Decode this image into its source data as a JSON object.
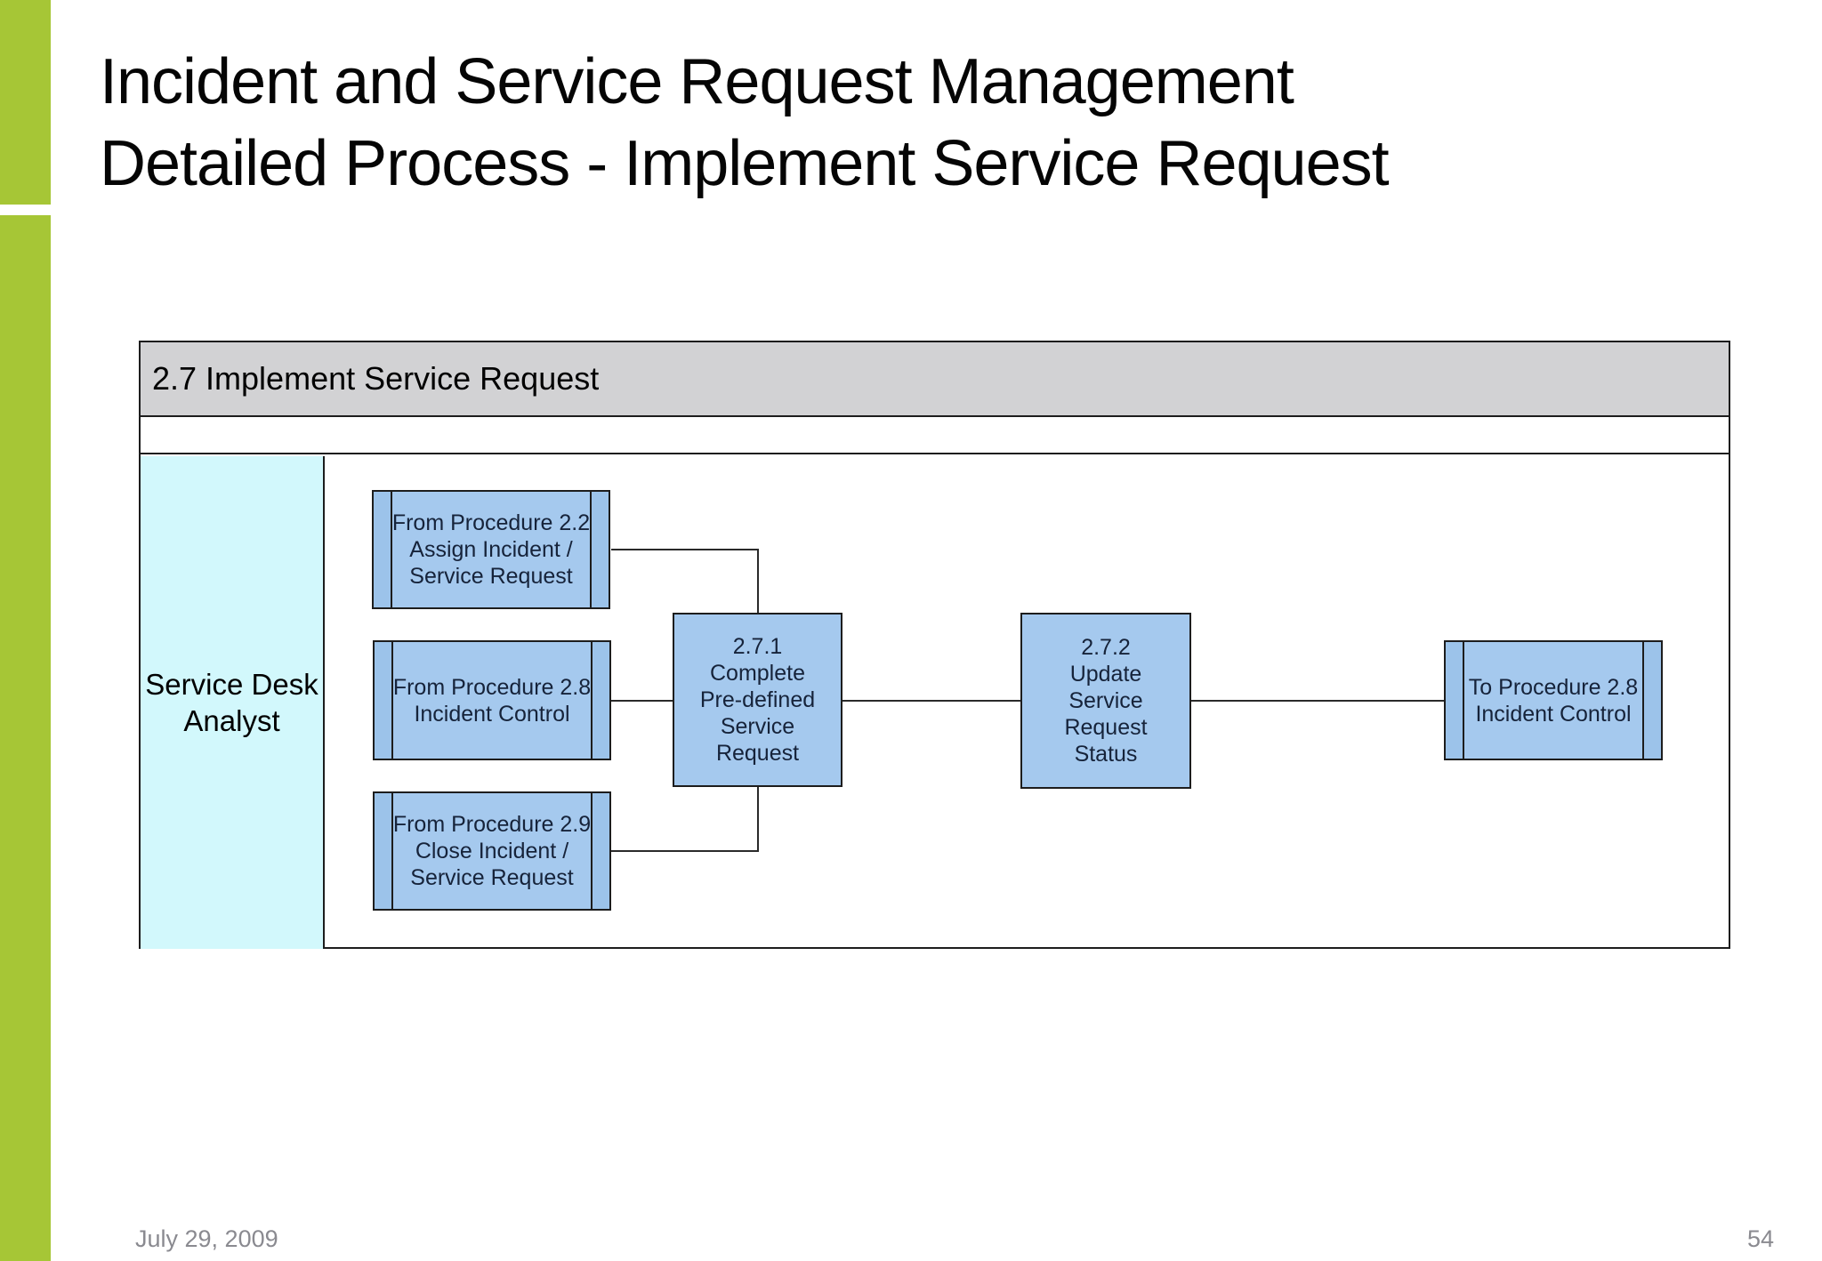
{
  "slide": {
    "title_line1": "Incident and Service Request Management",
    "title_line2": "Detailed Process - Implement Service Request",
    "footer_date": "July 29, 2009",
    "page_number": "54"
  },
  "diagram": {
    "header": "2.7 Implement Service Request",
    "lane": {
      "label_line1": "Service Desk",
      "label_line2": "Analyst"
    },
    "boxes": [
      {
        "id": "from-procedure-2-2",
        "lines": [
          "From Procedure 2.2",
          "Assign Incident /",
          "Service Request"
        ]
      },
      {
        "id": "from-procedure-2-8",
        "lines": [
          "From Procedure 2.8",
          "Incident Control"
        ]
      },
      {
        "id": "from-procedure-2-9",
        "lines": [
          "From Procedure 2.9",
          "Close Incident /",
          "Service Request"
        ]
      },
      {
        "id": "process-2-7-1",
        "lines": [
          "2.7.1",
          "Complete",
          "Pre-defined",
          "Service",
          "Request"
        ]
      },
      {
        "id": "process-2-7-2",
        "lines": [
          "2.7.2",
          "Update",
          "Service",
          "Request",
          "Status"
        ]
      },
      {
        "id": "to-procedure-2-8",
        "lines": [
          "To Procedure 2.8",
          "Incident Control"
        ]
      }
    ]
  },
  "colors": {
    "accent_green": "#a6c636",
    "band_gray": "#d2d2d4",
    "lane_cyan": "#d2f8fc",
    "box_blue": "#a5c9ee",
    "box_blue_side": "#9cc3ea",
    "border_dark": "#1d1d1d",
    "connector": "#2a2a2a",
    "text_dark": "#16233a",
    "footer_gray": "#8a8a90"
  }
}
